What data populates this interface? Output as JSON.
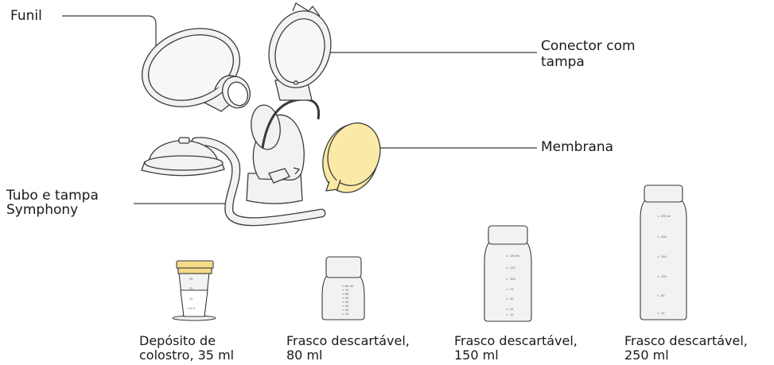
{
  "labels": {
    "funnel": "Funil",
    "connector_line1": "Conector com",
    "connector_line2": "tampa",
    "membrane": "Membrana",
    "tubing_line1": "Tubo e tampa",
    "tubing_line2": "Symphony"
  },
  "containers": [
    {
      "line1": "Depósito de",
      "line2": "colostro, 35 ml",
      "ticks": [
        "35",
        "25",
        "15",
        "+10 5"
      ]
    },
    {
      "line1": "Frasco descartável,",
      "line2": "80 ml",
      "ticks": [
        "80 ml",
        "70",
        "60",
        "50",
        "40",
        "30",
        "20",
        "10"
      ]
    },
    {
      "line1": "Frasco descartável,",
      "line2": "150 ml",
      "ticks": [
        "150 ml",
        "125",
        "100",
        "75",
        "50",
        "25",
        "10"
      ]
    },
    {
      "line1": "Frasco descartável,",
      "line2": "250 ml",
      "ticks": [
        "250 ml",
        "200",
        "150",
        "100",
        "50",
        "10"
      ]
    }
  ],
  "colors": {
    "outline": "#3a3a3a",
    "part_fill": "#f2f2f2",
    "membrane_fill": "#fbe9a6",
    "cap_yellow": "#f6db8a"
  }
}
